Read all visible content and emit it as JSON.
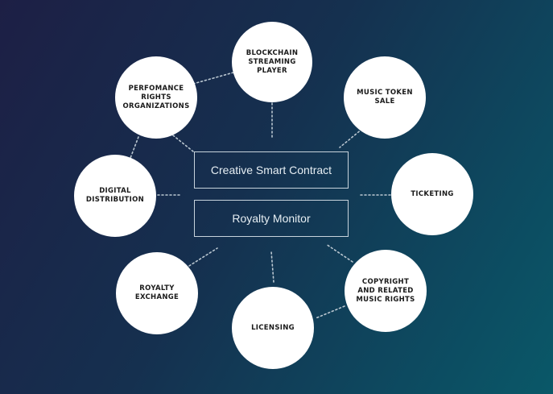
{
  "diagram": {
    "center_boxes": [
      {
        "id": "creative-smart-contract",
        "label": "Creative Smart Contract"
      },
      {
        "id": "royalty-monitor",
        "label": "Royalty Monitor"
      }
    ],
    "nodes": [
      {
        "id": "blockchain-streaming-player",
        "label": "BLOCKCHAIN\nSTREAMING PLAYER"
      },
      {
        "id": "music-token-sale",
        "label": "MUSIC TOKEN\nSALE"
      },
      {
        "id": "ticketing",
        "label": "TICKETING"
      },
      {
        "id": "copyright",
        "label": "COPYRIGHT\nAND RELATED\nMUSIC RIGHTS"
      },
      {
        "id": "licensing",
        "label": "LICENSING"
      },
      {
        "id": "royalty-exchange",
        "label": "ROYALTY\nEXCHANGE"
      },
      {
        "id": "digital-distribution",
        "label": "DIGITAL\nDISTRIBUTION"
      },
      {
        "id": "performance-rights",
        "label": "PERFOMANCE\nRIGHTS\nORGANIZATIONS"
      }
    ],
    "colors": {
      "node": "#ffffff",
      "line": "#b9c6d0",
      "box_border": "#c7d3dc"
    }
  }
}
